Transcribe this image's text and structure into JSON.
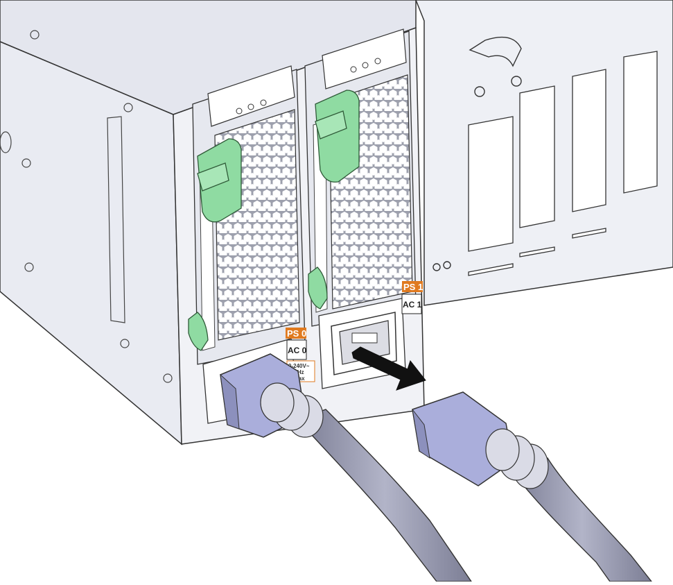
{
  "labels": {
    "ps0": "PS 0",
    "ps1": "PS 1",
    "ac0": "AC 0",
    "ac1": "AC 1",
    "rating_line1": "0-240V~",
    "rating_line2": "50Hz",
    "rating_line3": "Max"
  },
  "colors": {
    "chassis": "#e9ebf2",
    "chassis_dark": "#cfd2dc",
    "latch_green": "#8fdba2",
    "cable": "#9a9cb4",
    "plug": "#aaaedb",
    "label_orange": "#e07a1f"
  }
}
